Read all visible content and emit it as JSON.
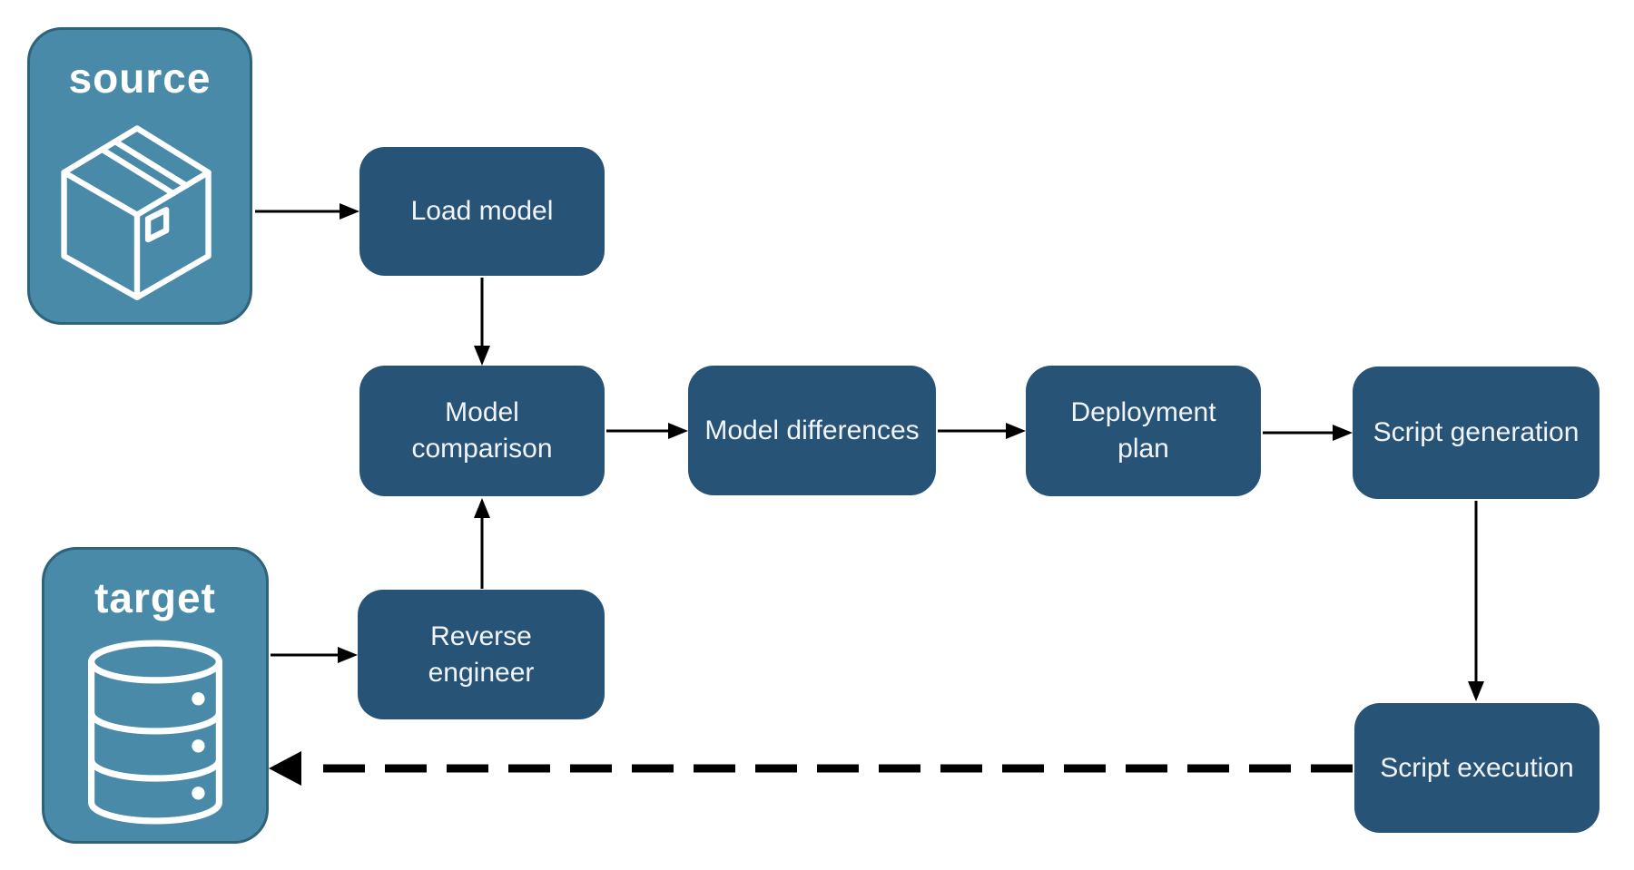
{
  "diagram": {
    "containers": [
      {
        "id": "source",
        "label": "source",
        "icon": "package-icon"
      },
      {
        "id": "target",
        "label": "target",
        "icon": "database-icon"
      }
    ],
    "nodes": [
      {
        "id": "load-model",
        "label": "Load model"
      },
      {
        "id": "model-comparison",
        "label": "Model comparison"
      },
      {
        "id": "model-differences",
        "label": "Model differences"
      },
      {
        "id": "deployment-plan",
        "label": "Deployment plan"
      },
      {
        "id": "script-generation",
        "label": "Script generation"
      },
      {
        "id": "reverse-engineer",
        "label": "Reverse engineer"
      },
      {
        "id": "script-execution",
        "label": "Script execution"
      }
    ],
    "edges": [
      {
        "from": "source",
        "to": "load-model",
        "style": "solid"
      },
      {
        "from": "load-model",
        "to": "model-comparison",
        "style": "solid"
      },
      {
        "from": "model-comparison",
        "to": "model-differences",
        "style": "solid"
      },
      {
        "from": "model-differences",
        "to": "deployment-plan",
        "style": "solid"
      },
      {
        "from": "deployment-plan",
        "to": "script-generation",
        "style": "solid"
      },
      {
        "from": "script-generation",
        "to": "script-execution",
        "style": "solid"
      },
      {
        "from": "target",
        "to": "reverse-engineer",
        "style": "solid"
      },
      {
        "from": "reverse-engineer",
        "to": "model-comparison",
        "style": "solid"
      },
      {
        "from": "script-execution",
        "to": "target",
        "style": "dashed"
      }
    ],
    "colors": {
      "background": "#ffffff",
      "container_fill": "#488AA8",
      "container_border": "#2E6379",
      "container_text": "#FFFFFF",
      "node_fill": "#275377",
      "node_text": "#F2F5F8",
      "arrow": "#000000",
      "icon_stroke": "#FFFFFF"
    }
  }
}
